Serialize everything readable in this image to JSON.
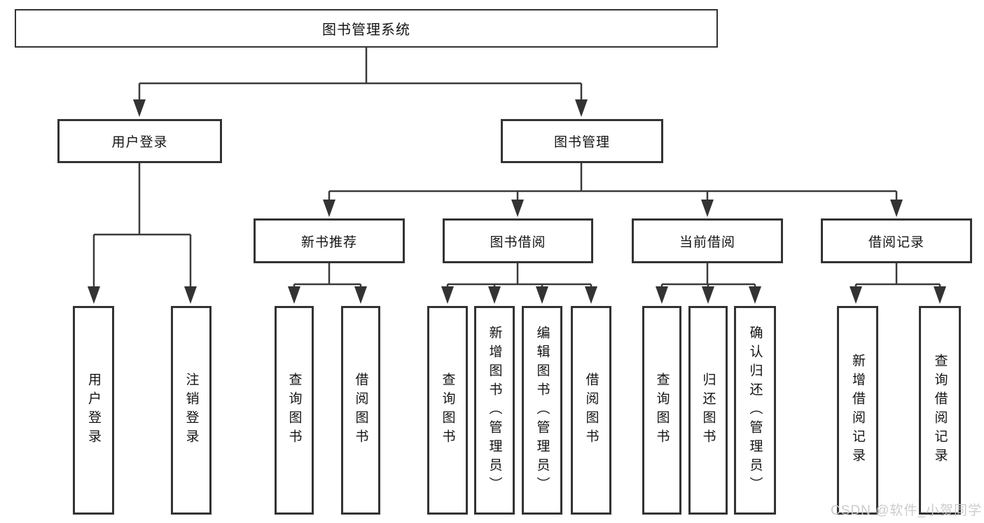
{
  "diagram": {
    "watermark": "CSDN @软件_小贺同学",
    "colors": {
      "background": "#ffffff",
      "line": "#3a3a3a",
      "box_border": "#333333",
      "text": "#141414",
      "watermark": "#c9c9c9"
    },
    "nodes": {
      "root": {
        "label": "图书管理系统"
      },
      "user_login": {
        "label": "用户登录"
      },
      "book_mgmt": {
        "label": "图书管理"
      },
      "new_book_rec": {
        "label": "新书推荐"
      },
      "book_borrow": {
        "label": "图书借阅"
      },
      "current_borrow": {
        "label": "当前借阅"
      },
      "borrow_records": {
        "label": "借阅记录"
      },
      "leaf_user_login": {
        "label": "用户登录"
      },
      "leaf_logout": {
        "label": "注销登录"
      },
      "leaf_nbr_query_book": {
        "label": "查询图书"
      },
      "leaf_nbr_borrow_book": {
        "label": "借阅图书"
      },
      "leaf_bb_query_book": {
        "label": "查询图书"
      },
      "leaf_bb_add_book": {
        "label": "新增图书（管理员）"
      },
      "leaf_bb_edit_book": {
        "label": "编辑图书（管理员）"
      },
      "leaf_bb_borrow_book": {
        "label": "借阅图书"
      },
      "leaf_cb_query_book": {
        "label": "查询图书"
      },
      "leaf_cb_return_book": {
        "label": "归还图书"
      },
      "leaf_cb_confirm_return": {
        "label": "确认归还（管理员）"
      },
      "leaf_br_add_record": {
        "label": "新增借阅记录"
      },
      "leaf_br_query_record": {
        "label": "查询借阅记录"
      }
    },
    "edges": [
      [
        "root",
        "user_login"
      ],
      [
        "root",
        "book_mgmt"
      ],
      [
        "user_login",
        "leaf_user_login"
      ],
      [
        "user_login",
        "leaf_logout"
      ],
      [
        "book_mgmt",
        "new_book_rec"
      ],
      [
        "book_mgmt",
        "book_borrow"
      ],
      [
        "book_mgmt",
        "current_borrow"
      ],
      [
        "book_mgmt",
        "borrow_records"
      ],
      [
        "new_book_rec",
        "leaf_nbr_query_book"
      ],
      [
        "new_book_rec",
        "leaf_nbr_borrow_book"
      ],
      [
        "book_borrow",
        "leaf_bb_query_book"
      ],
      [
        "book_borrow",
        "leaf_bb_add_book"
      ],
      [
        "book_borrow",
        "leaf_bb_edit_book"
      ],
      [
        "book_borrow",
        "leaf_bb_borrow_book"
      ],
      [
        "current_borrow",
        "leaf_cb_query_book"
      ],
      [
        "current_borrow",
        "leaf_cb_return_book"
      ],
      [
        "current_borrow",
        "leaf_cb_confirm_return"
      ],
      [
        "borrow_records",
        "leaf_br_add_record"
      ],
      [
        "borrow_records",
        "leaf_br_query_record"
      ]
    ]
  }
}
